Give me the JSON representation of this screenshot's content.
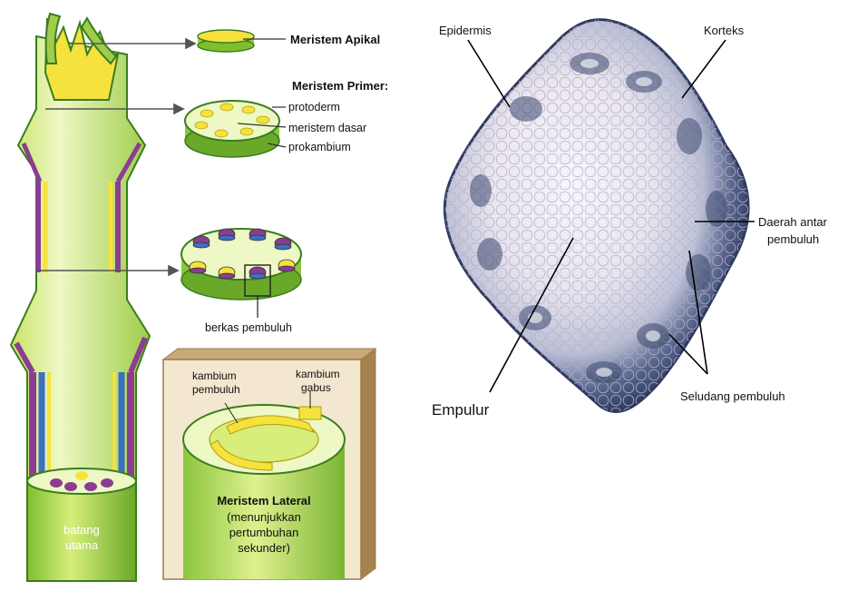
{
  "labels": {
    "meristem_apikal": "Meristem Apikal",
    "meristem_primer": "Meristem Primer:",
    "protoderm": "protoderm",
    "meristem_dasar": "meristem dasar",
    "prokambium": "prokambium",
    "berkas_pembuluh": "berkas pembuluh",
    "kambium_pembuluh_1": "kambium",
    "kambium_pembuluh_2": "pembuluh",
    "kambium_gabus_1": "kambium",
    "kambium_gabus_2": "gabus",
    "meristem_lateral": "Meristem  Lateral",
    "menunjukkan_1": "(menunjukkan",
    "menunjukkan_2": "pertumbuhan",
    "menunjukkan_3": "sekunder)",
    "batang_1": "batang",
    "batang_2": "utama",
    "epidermis": "Epidermis",
    "korteks": "Korteks",
    "daerah_1": "Daerah antar",
    "daerah_2": "pembuluh",
    "empulur": "Empulur",
    "seludang": "Seludang pembuluh"
  },
  "colors": {
    "stem_light": "#e8f5b0",
    "stem_green": "#8cc63f",
    "stem_dark": "#3a7d1e",
    "yellow": "#f5e23c",
    "purple": "#8a3d91",
    "blue": "#3d6fc2",
    "box_bg": "#f3e7cf",
    "box_edge": "#9c7a4e",
    "micro_dark": "#3c4a70",
    "micro_light": "#f4f1f5"
  }
}
